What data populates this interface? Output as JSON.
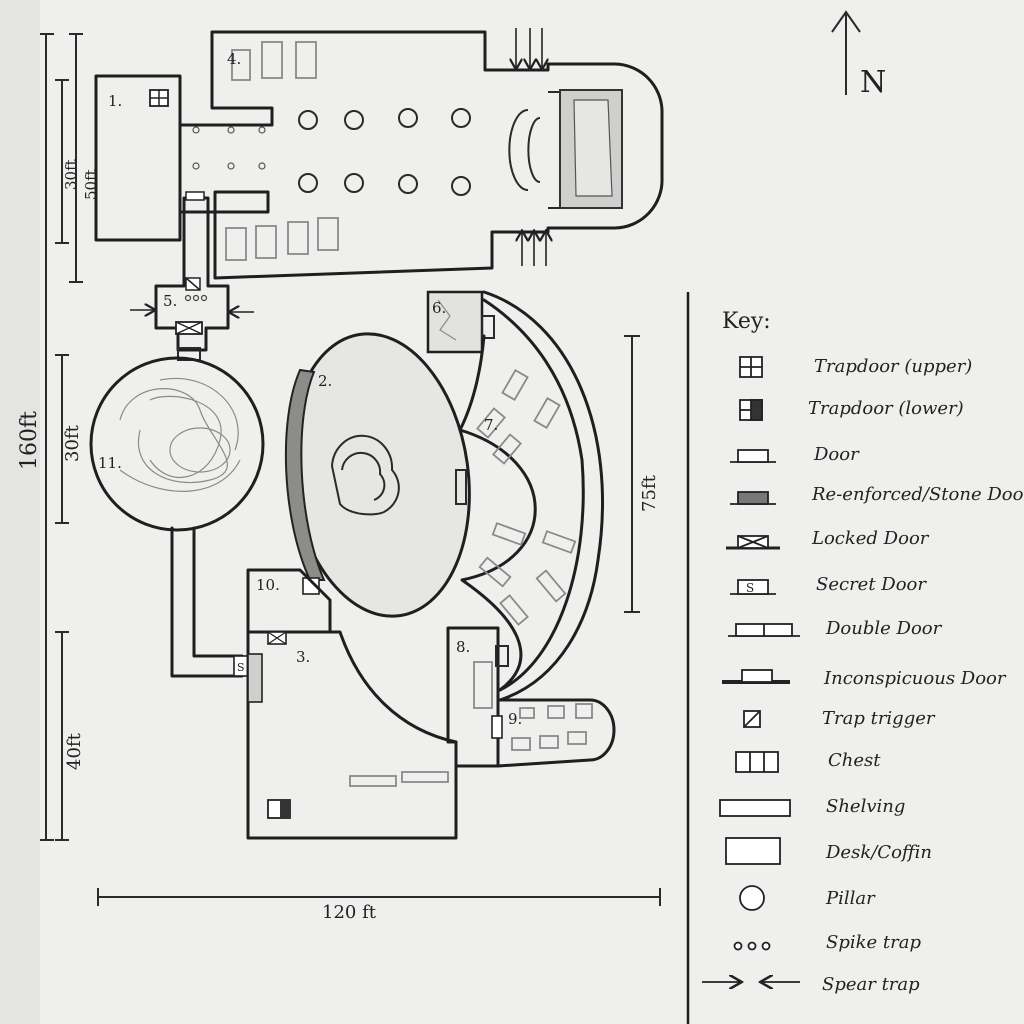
{
  "compass": {
    "label": "N"
  },
  "dimensions": {
    "total_height": "160ft",
    "upper_30": "30ft",
    "upper_50": "50ft",
    "middle_30": "30ft",
    "lower_40": "40ft",
    "width_120": "120 ft",
    "right_75": "75ft"
  },
  "rooms": [
    "1.",
    "2.",
    "3.",
    "4.",
    "5.",
    "6.",
    "7.",
    "8.",
    "9.",
    "10.",
    "11."
  ],
  "key": {
    "title": "Key:",
    "items": [
      "Trapdoor (upper)",
      "Trapdoor (lower)",
      "Door",
      "Re-enforced/Stone Door",
      "Locked Door",
      "Secret Door",
      "Double Door",
      "Inconspicuous Door",
      "Trap trigger",
      "Chest",
      "Shelving",
      "Desk/Coffin",
      "Pillar",
      "Spike trap",
      "Spear trap"
    ],
    "secret_glyph": "S"
  }
}
